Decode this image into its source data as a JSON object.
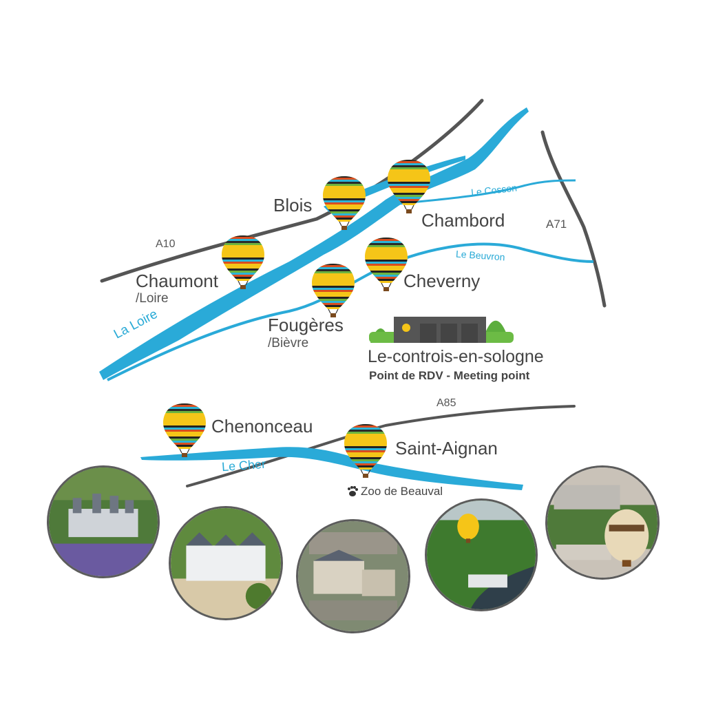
{
  "roads": {
    "a10": "A10",
    "a71": "A71",
    "a85": "A85"
  },
  "rivers": {
    "loire": "La Loire",
    "cosson": "Le Cosson",
    "beuvron": "Le Beuvron",
    "cher": "Le Cher"
  },
  "towns": {
    "blois": "Blois",
    "chambord": "Chambord",
    "chaumont": "Chaumont",
    "chaumont_sub": "/Loire",
    "cheverny": "Cheverny",
    "fougeres": "Fougères",
    "fougeres_sub": "/Bièvre",
    "chenonceau": "Chenonceau",
    "saint_aignan": "Saint-Aignan"
  },
  "meeting_point": {
    "name": "Le-controis-en-sologne",
    "caption": "Point de RDV - Meeting point"
  },
  "zoo": {
    "label": "Zoo de Beauval",
    "icon": "paw-icon"
  },
  "colors": {
    "river": "#2aaad8",
    "road": "#555555",
    "balloon_yellow": "#f5c518"
  },
  "photos": [
    {
      "icon": "chambord-chateau-photo"
    },
    {
      "icon": "cheverny-chateau-photo"
    },
    {
      "icon": "blois-chateau-photo"
    },
    {
      "icon": "chenonceau-balloon-photo"
    },
    {
      "icon": "chaumont-balloon-photo"
    }
  ]
}
